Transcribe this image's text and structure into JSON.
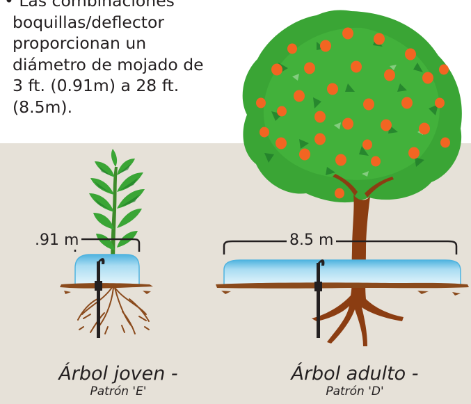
{
  "bullet": {
    "lines": [
      "• Las combinaciones",
      "boquillas/deflector",
      "proporcionan un",
      "diámetro de mojado de",
      "3 ft. (0.91m) a 28 ft.",
      "(8.5m)."
    ]
  },
  "young_tree": {
    "diameter_label": ".91 m",
    "caption_main": "Árbol joven -",
    "caption_sub": "Patrón 'E'"
  },
  "adult_tree": {
    "diameter_label": "8.5 m",
    "caption_main": "Árbol adulto -",
    "caption_sub": "Patrón 'D'"
  },
  "colors": {
    "ground_panel": "#e6e1d8",
    "soil": "#8a4a1c",
    "trunk": "#8b3d12",
    "foliage": "#3aa535",
    "foliage_dark": "#1e7a2a",
    "orange_fruit": "#f26522",
    "water_top": "#4fb3df",
    "water_fill": "#cdeaf7",
    "emitter": "#231f20"
  }
}
